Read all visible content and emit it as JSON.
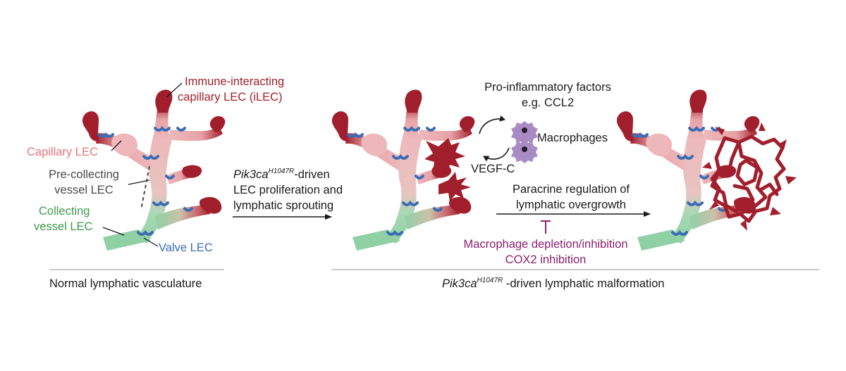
{
  "panel_left": {
    "label_iLEC_line1": "Immune-interacting",
    "label_iLEC_line2": "capillary LEC (iLEC)",
    "label_capillary": "Capillary LEC",
    "label_precollecting_line1": "Pre-collecting",
    "label_precollecting_line2": "vessel LEC",
    "label_collecting_line1": "Collecting",
    "label_collecting_line2": "vessel LEC",
    "label_valve": "Valve LEC",
    "caption": "Normal lymphatic vasculature"
  },
  "arrow1": {
    "gene": "Pik3ca",
    "allele": "H1047R",
    "suffix": "-driven",
    "line2": "LEC proliferation and",
    "line3": "lymphatic sprouting"
  },
  "mechanism": {
    "factors_line1": "Pro-inflammatory factors",
    "factors_line2": "e.g. CCL2",
    "macrophages": "Macrophages",
    "vegf": "VEGF-C"
  },
  "arrow2": {
    "line1": "Paracrine regulation of",
    "line2": "lymphatic overgrowth",
    "inhibition_line1": "Macrophage depletion/inhibition",
    "inhibition_line2": "COX2 inhibition"
  },
  "panel_right": {
    "caption_gene": "Pik3ca",
    "caption_allele": "H1047R",
    "caption_suffix": " -driven lymphatic malformation"
  },
  "colors": {
    "capillary": "#eeb8bb",
    "immune": "#a11f2c",
    "collecting": "#8fd0a4",
    "valve": "#3b6cb4",
    "macrophage": "#a98bc4",
    "inhibition": "#8a1f6d"
  }
}
